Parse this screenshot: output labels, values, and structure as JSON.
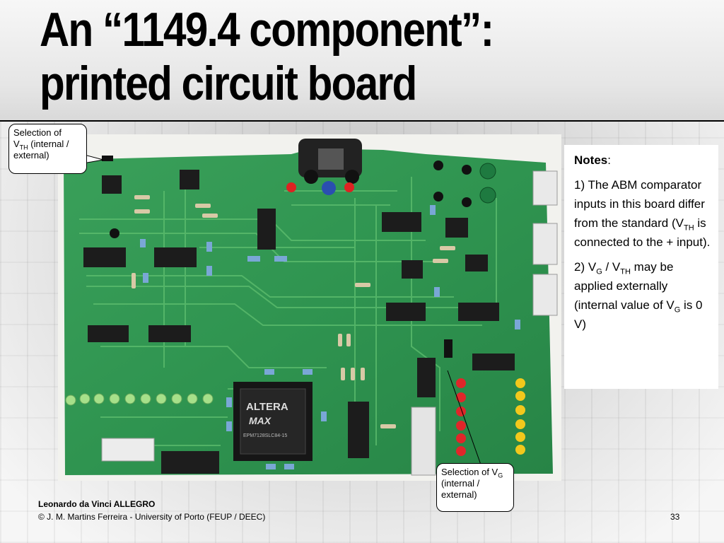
{
  "slide": {
    "title_line1": "An “1149.4 component”:",
    "title_line2": "printed circuit board",
    "page_number": "33"
  },
  "notes": {
    "heading": "Notes",
    "heading_suffix": ":",
    "note1": {
      "prefix": "1) The ABM comparator inputs in this board differ from the standard (V",
      "sub": "TH",
      "suffix": " is connected to the + input)."
    },
    "note2": {
      "p1": "2) V",
      "s1": "G",
      "p2": " / V",
      "s2": "TH",
      "p3": " may be applied externally (internal value of V",
      "s3": "G",
      "p4": " is 0 V)"
    }
  },
  "callouts": {
    "vth": {
      "line1": "Selection of",
      "v": "V",
      "sub": "TH",
      "rest": " (internal / external)"
    },
    "vg": {
      "prefix": "Selection of V",
      "sub": "G",
      "rest": " (internal / external)"
    }
  },
  "board_labels": {
    "altera_brand": "ALTERA",
    "max_label": "MAX",
    "max_part": "EPM7128SLC84-15"
  },
  "footer": {
    "author": "Leonardo da Vinci ALLEGRO",
    "copyright": "© J. M. Martins Ferreira - University of Porto (FEUP / DEEC)"
  }
}
